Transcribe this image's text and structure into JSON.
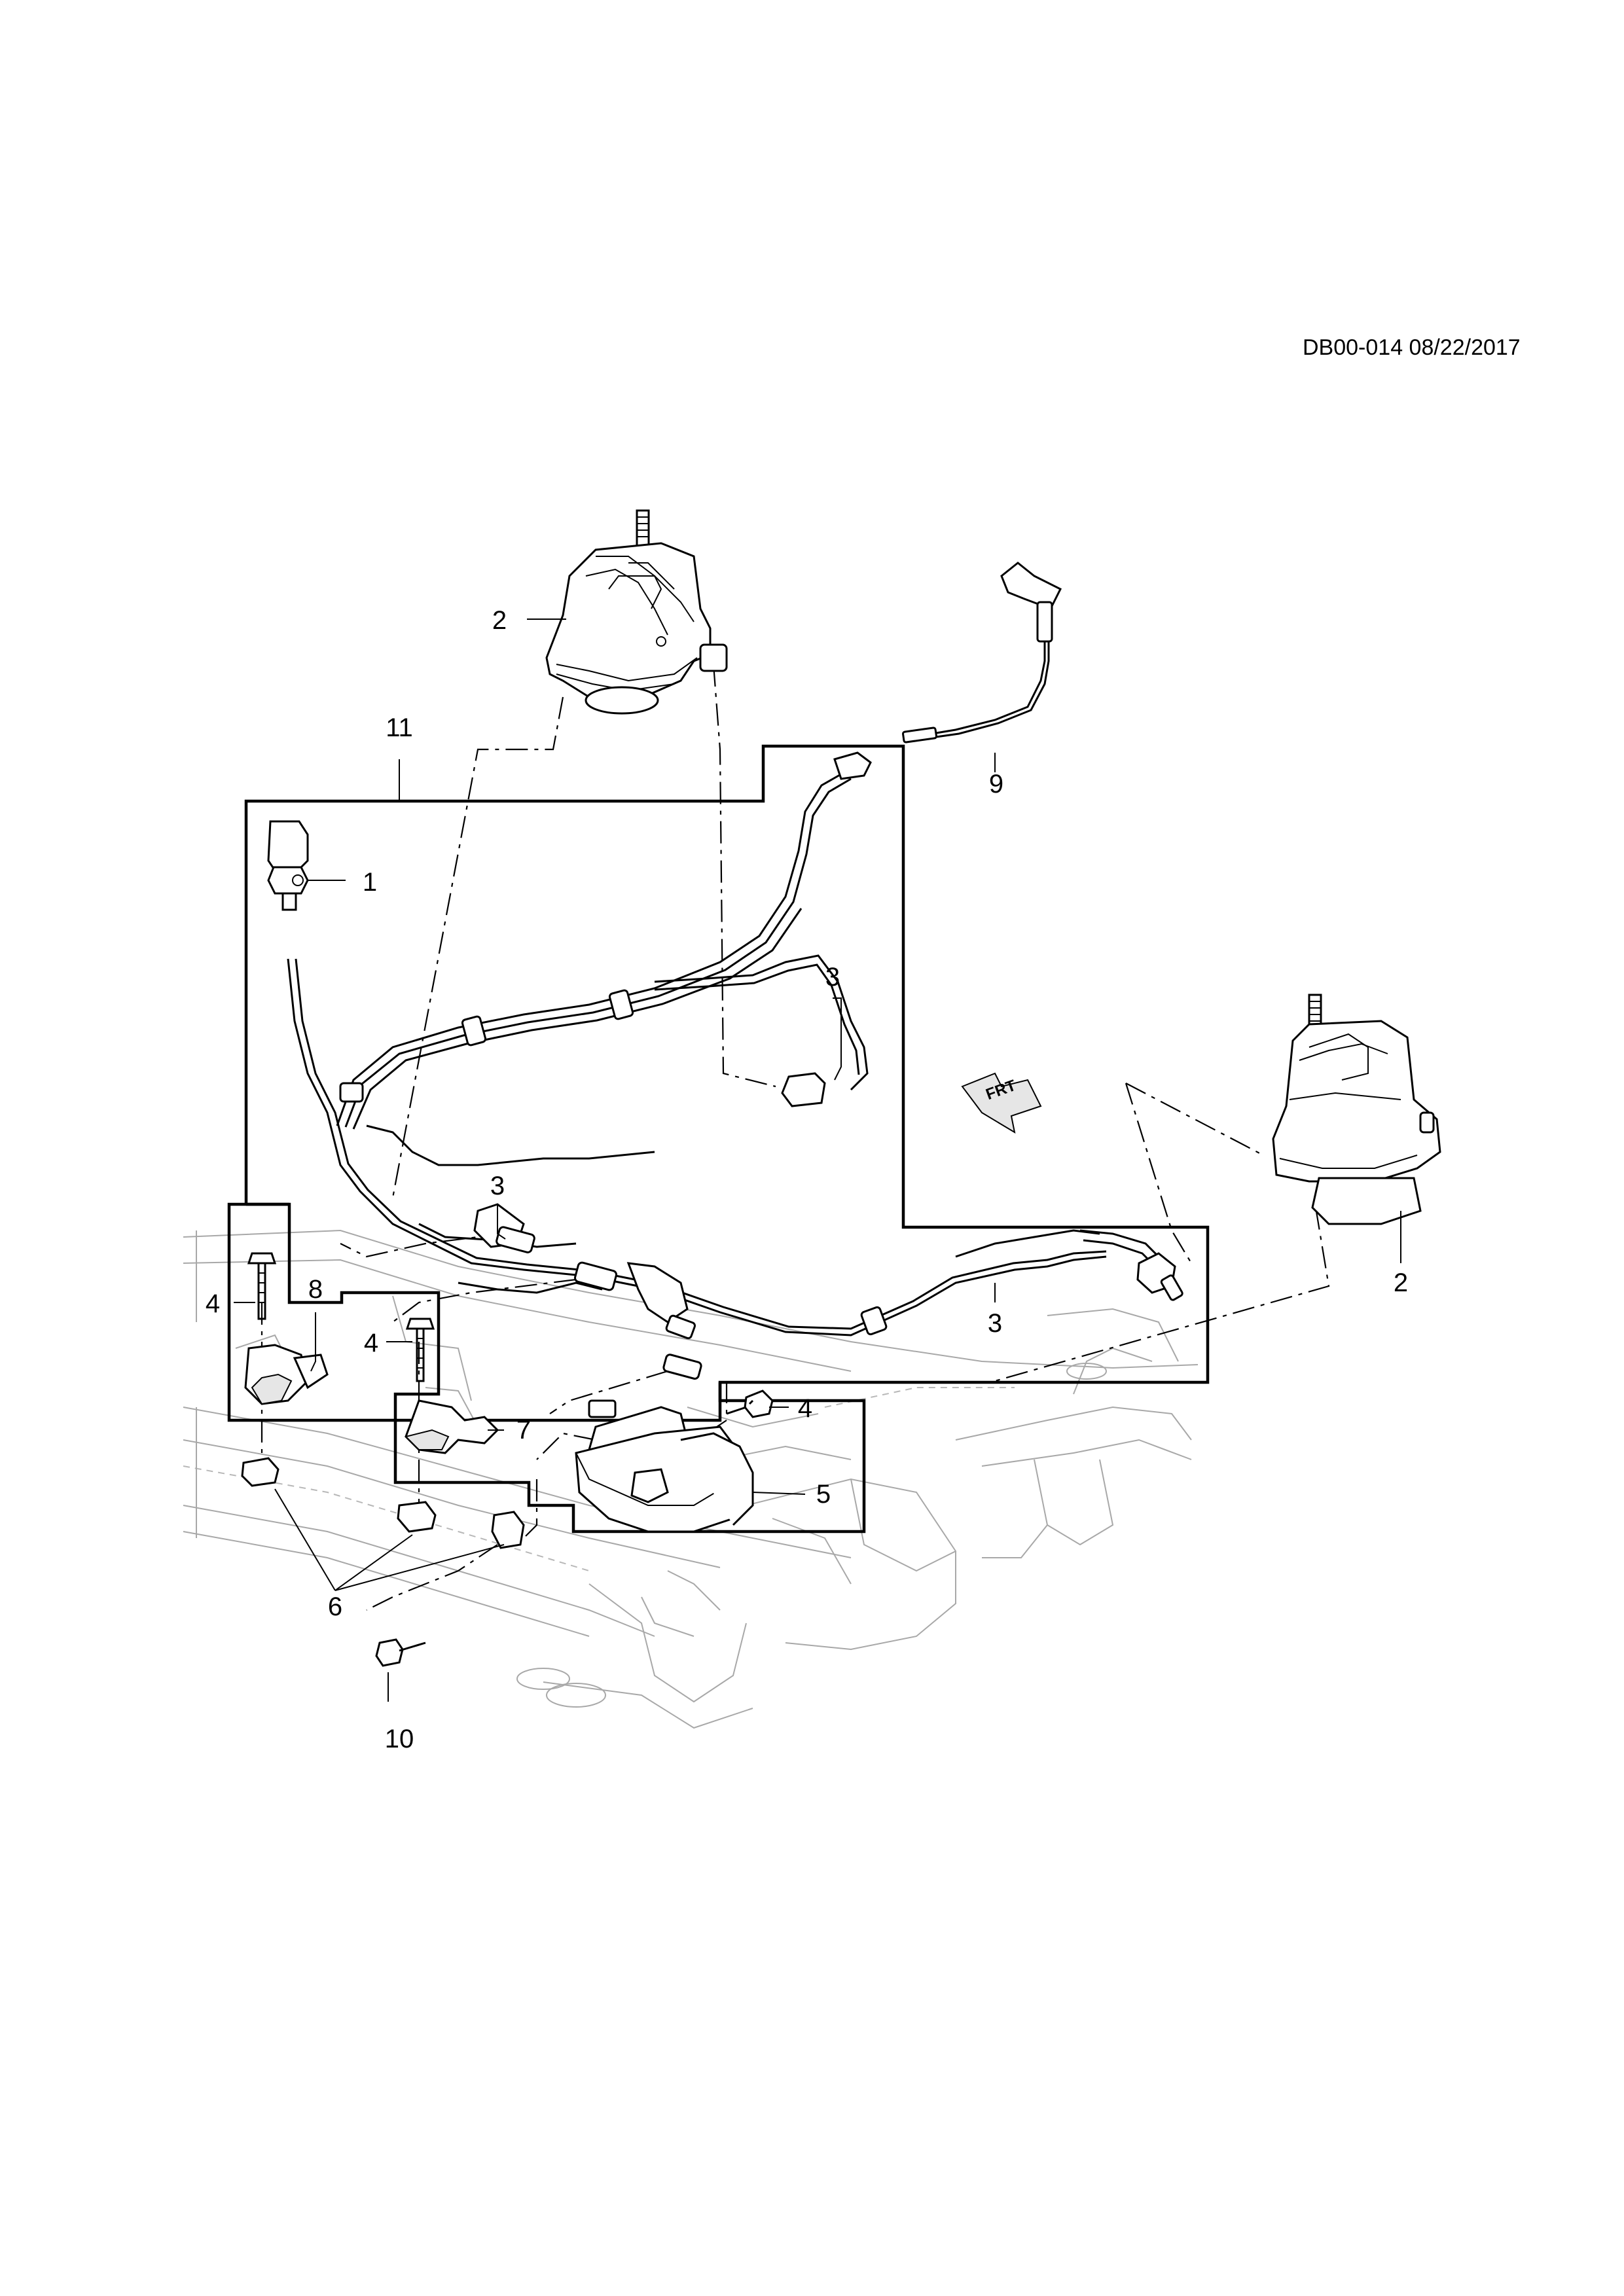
{
  "diagram": {
    "reference": "DB00-014 08/22/2017",
    "front_arrow_label": "FRT"
  },
  "callouts": {
    "c1": "1",
    "c2_top": "2",
    "c2_right": "2",
    "c3_upper": "3",
    "c3_middle": "3",
    "c3_right": "3",
    "c4_left": "4",
    "c4_middle": "4",
    "c4_right": "4",
    "c5": "5",
    "c6": "6",
    "c7": "7",
    "c8": "8",
    "c9": "9",
    "c10": "10",
    "c11": "11"
  }
}
